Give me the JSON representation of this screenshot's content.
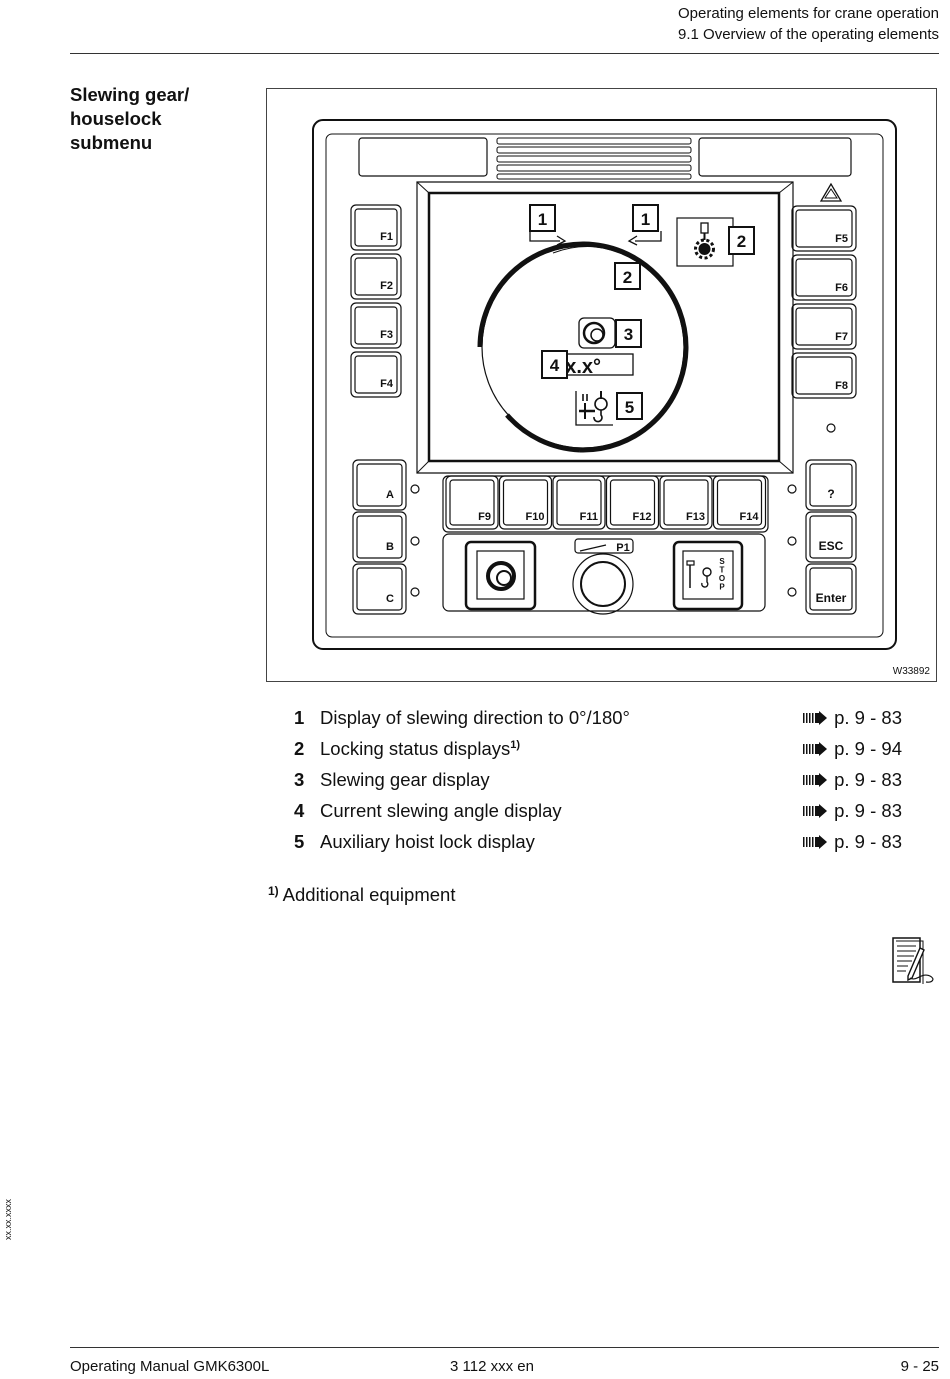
{
  "header": {
    "line1": "Operating elements for crane operation",
    "line2": "9.1 Overview of the operating elements"
  },
  "section_title": [
    "Slewing gear/",
    "houselock",
    "submenu"
  ],
  "figure": {
    "id": "W33892",
    "keys_left": [
      "F1",
      "F2",
      "F3",
      "F4"
    ],
    "keys_right": [
      "F5",
      "F6",
      "F7",
      "F8"
    ],
    "keys_bottom": [
      "F9",
      "F10",
      "F11",
      "F12",
      "F13",
      "F14"
    ],
    "keys_abc": [
      "A",
      "B",
      "C"
    ],
    "keys_right_lower": [
      "?",
      "ESC",
      "Enter"
    ],
    "knob_label": "P1",
    "stop_label": "STOP",
    "angle_value": "xxx.x°",
    "callouts": [
      "1",
      "1",
      "2",
      "2",
      "3",
      "4",
      "5"
    ]
  },
  "legend": [
    {
      "num": "1",
      "text": "Display of slewing direction to 0°/180°",
      "sup": "",
      "ref": "p. 9 - 83"
    },
    {
      "num": "2",
      "text": "Locking status displays",
      "sup": "1)",
      "ref": "p. 9 - 94"
    },
    {
      "num": "3",
      "text": "Slewing gear display",
      "sup": "",
      "ref": "p. 9 - 83"
    },
    {
      "num": "4",
      "text": "Current slewing angle display",
      "sup": "",
      "ref": "p. 9 - 83"
    },
    {
      "num": "5",
      "text": "Auxiliary hoist lock display",
      "sup": "",
      "ref": "p. 9 - 83"
    }
  ],
  "footnote": {
    "mark": "1)",
    "text": "Additional equipment"
  },
  "side_code": "xx.xx.xxxx",
  "footer": {
    "left": "Operating Manual GMK6300L",
    "center": "3 112 xxx en",
    "right": "9 - 25"
  },
  "icons": [
    "arrow-ref-icon",
    "note-pencil-icon",
    "slewing-gear-icon",
    "gear-lock-icon",
    "hoist-lock-icon",
    "hazard-icon"
  ]
}
